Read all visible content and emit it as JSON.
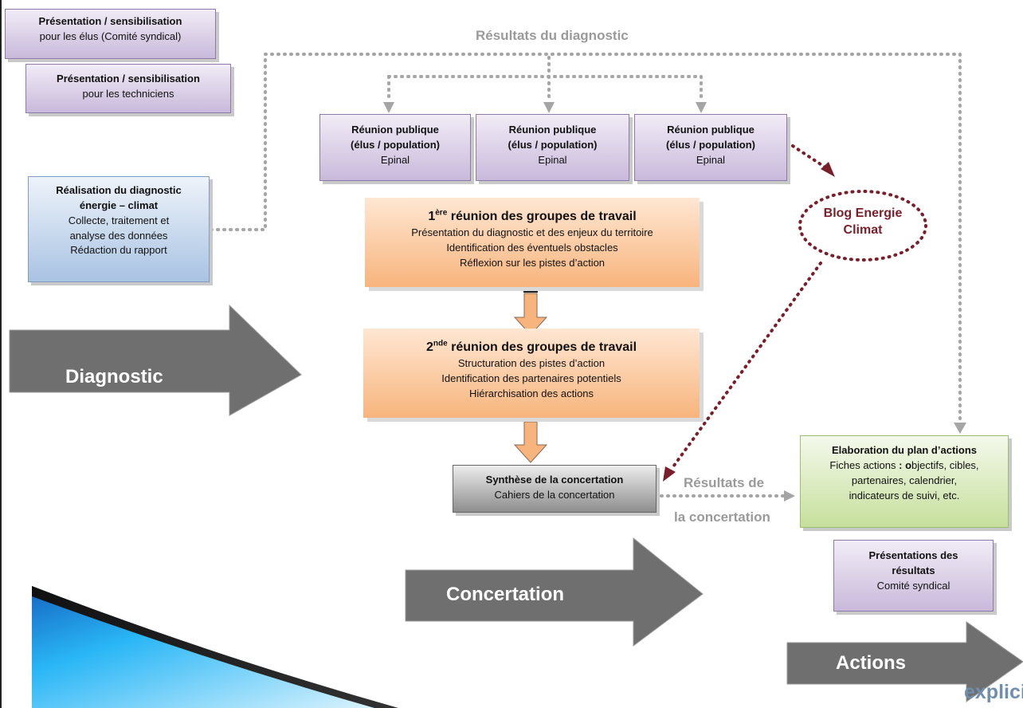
{
  "boxes": {
    "sensib_elus": {
      "title": "Présentation / sensibilisation",
      "line1": "pour les élus (Comité syndical)"
    },
    "sensib_tech": {
      "title": "Présentation / sensibilisation",
      "line1": "pour les techniciens"
    },
    "reunion1": {
      "title1": "Réunion publique",
      "title2": "(élus / population)",
      "line1": "Epinal"
    },
    "reunion2": {
      "title1": "Réunion publique",
      "title2": "(élus / population)",
      "line1": "Epinal"
    },
    "reunion3": {
      "title1": "Réunion publique",
      "title2": "(élus / population)",
      "line1": "Epinal"
    },
    "realisation": {
      "title1": "Réalisation du diagnostic",
      "title2": "énergie – climat",
      "line1": "Collecte, traitement et",
      "line2": "analyse des données",
      "line3": "Rédaction du rapport"
    },
    "groupe1": {
      "num": "1",
      "sup": "ère",
      "title": " réunion des groupes de travail",
      "line1": "Présentation du diagnostic et des enjeux du territoire",
      "line2": "Identification des éventuels obstacles",
      "line3": "Réflexion sur les pistes d’action"
    },
    "groupe2": {
      "num": "2",
      "sup": "nde",
      "title": " réunion des groupes de travail",
      "line1": "Structuration des pistes d’action",
      "line2": "Identification des partenaires potentiels",
      "line3": "Hiérarchisation des actions"
    },
    "synthese": {
      "title": "Synthèse de la concertation",
      "line1": "Cahiers de la concertation"
    },
    "elaboration": {
      "title": "Elaboration du plan d’actions",
      "line1a": "Fiches actions ",
      "line1b": ": o",
      "line1c": "bjectifs, cibles,",
      "line2": "partenaires, calendrier,",
      "line3": "indicateurs de suivi, etc."
    },
    "presentations": {
      "title1": "Présentations des",
      "title2": "résultats",
      "line1": "Comité syndical"
    }
  },
  "blog": {
    "line1": "Blog Energie",
    "line2": "Climat"
  },
  "labels": {
    "resultats_diag": "Résultats du diagnostic",
    "resultats_conc1": "Résultats de",
    "resultats_conc2": "la concertation"
  },
  "phases": {
    "diagnostic": "Diagnostic",
    "concertation": "Concertation",
    "actions": "Actions"
  },
  "logo": "explicit",
  "colors": {
    "phase_arrow": "#6f6f6f",
    "dotted_grey": "#a5a5a5",
    "dotted_brown": "#7a1f2a",
    "down_arrow": "#f7b47c"
  }
}
